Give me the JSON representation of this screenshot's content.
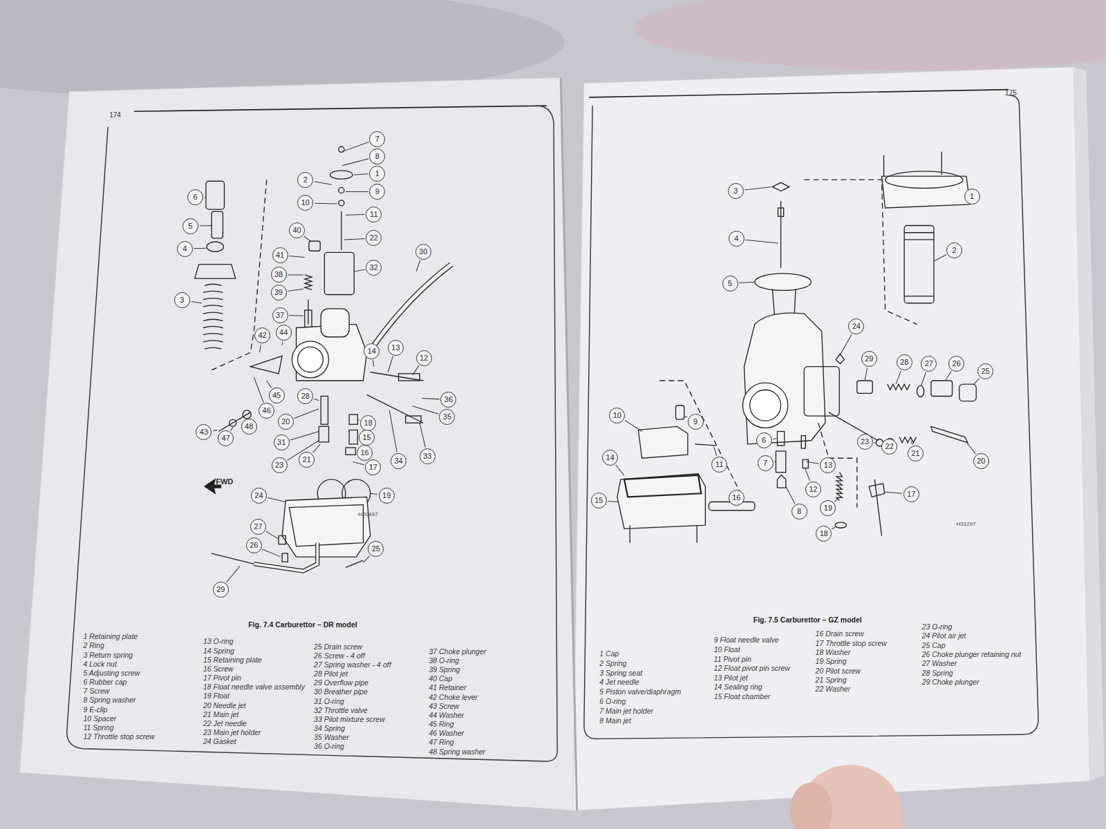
{
  "diagram": {
    "labels": [
      "174",
      "7",
      "8",
      "1",
      "2",
      "9",
      "10",
      "11",
      "22",
      "40",
      "41",
      "32",
      "38",
      "39",
      "30",
      "6",
      "5",
      "4",
      "3",
      "37",
      "42",
      "44",
      "14",
      "13",
      "12",
      "28",
      "45",
      "46",
      "36",
      "35",
      "20",
      "18",
      "15",
      "16",
      "31",
      "33",
      "34",
      "23",
      "21",
      "17",
      "43",
      "47",
      "48",
      "24",
      "19",
      "27",
      "26",
      "25",
      "29",
      "FWD",
      "H20497",
      "Fig. 7.4 Carburettor – DR model",
      "1 Retaining plate",
      "2 Ring",
      "3 Return spring",
      "4 Lock nut",
      "5 Adjusting screw",
      "6 Rubber cap",
      "7 Screw",
      "8 Spring washer",
      "9 E-clip",
      "10 Spacer",
      "11 Spring",
      "12 Throttle stop screw",
      "13 O-ring",
      "14 Spring",
      "15 Retaining plate",
      "16 Screw",
      "17 Pivot pin",
      "18 Float needle valve assembly",
      "19 Float",
      "20 Needle jet",
      "21 Main jet",
      "22 Jet needle",
      "23 Main jet holder",
      "24 Gasket",
      "25 Drain screw",
      "26 Screw - 4 off",
      "27 Spring washer - 4 off",
      "28 Pilot jet",
      "29 Overflow pipe",
      "30 Breather pipe",
      "31 O-ring",
      "32 Throttle valve",
      "33 Pilot mixture screw",
      "34 Spring",
      "35 Washer",
      "36 O-ring",
      "37 Choke plunger",
      "38 O-ring",
      "39 Spring",
      "40 Cap",
      "41 Retainer",
      "42 Choke lever",
      "43 Screw",
      "44 Washer",
      "45 Ring",
      "46 Washer",
      "47 Ring",
      "48 Spring washer",
      "175",
      "3",
      "1",
      "4",
      "2",
      "5",
      "24",
      "29",
      "28",
      "27",
      "26",
      "25",
      "10",
      "9",
      "14",
      "11",
      "6",
      "7",
      "13",
      "23",
      "22",
      "21",
      "20",
      "15",
      "16",
      "12",
      "8",
      "19",
      "17",
      "18",
      "H31297",
      "Fig. 7.5 Carburettor – GZ model",
      "1 Cap",
      "2 Spring",
      "3 Spring seat",
      "4 Jet needle",
      "5 Piston valve/diaphragm",
      "6 O-ring",
      "7 Main jet holder",
      "8 Main jet",
      "9 Float needle valve",
      "10 Float",
      "11 Pivot pin",
      "12 Float pivot pin screw",
      "13 Pilot jet",
      "14 Sealing ring",
      "15 Float chamber",
      "16 Drain screw",
      "17 Throttle stop screw",
      "18 Washer",
      "19 Spring",
      "20 Pilot screw",
      "21 Spring",
      "22 Washer",
      "23 O-ring",
      "24 Pilot air jet",
      "25 Cap",
      "26 Choke plunger retaining nut",
      "27 Washer",
      "28 Spring",
      "29 Choke plunger"
    ]
  }
}
